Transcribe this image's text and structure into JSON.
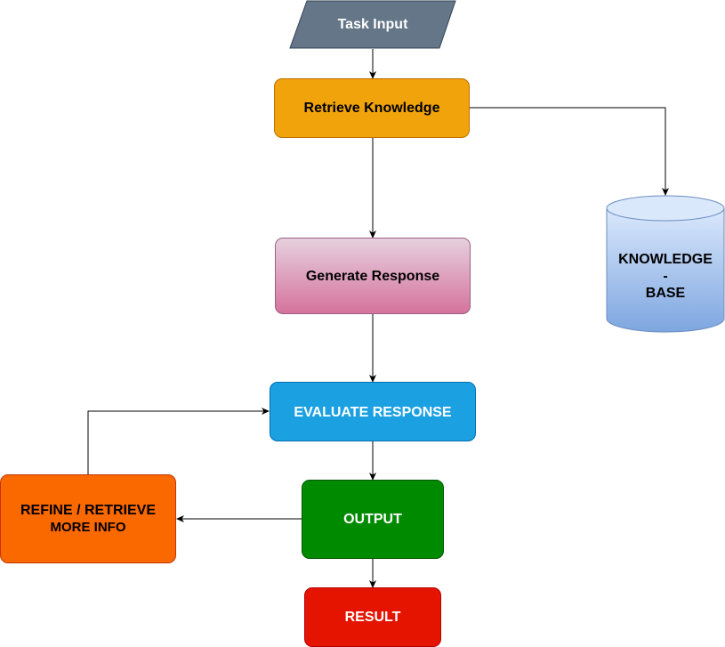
{
  "diagram": {
    "nodes": {
      "task_input": {
        "label": "Task Input",
        "shape": "parallelogram",
        "fill": "#647687",
        "text_color": "#ffffff"
      },
      "retrieve_knowledge": {
        "label": "Retrieve Knowledge",
        "shape": "rounded-rect",
        "fill": "#f0a30a",
        "text_color": "#000000"
      },
      "knowledge_base": {
        "line1": "KNOWLEDGE",
        "line2": "-",
        "line3": "BASE",
        "shape": "cylinder",
        "fill_top": "#dae8fc",
        "fill_bottom": "#7ea6e0",
        "text_color": "#000000"
      },
      "generate_response": {
        "label": "Generate Response",
        "shape": "rounded-rect",
        "fill_top": "#e6d0de",
        "fill_bottom": "#d5739d",
        "text_color": "#000000"
      },
      "evaluate_response": {
        "label": "EVALUATE RESPONSE",
        "shape": "rounded-rect",
        "fill": "#1ba1e2",
        "text_color": "#ffffff"
      },
      "output": {
        "label": "OUTPUT",
        "shape": "rounded-rect",
        "fill": "#008a00",
        "text_color": "#ffffff"
      },
      "refine": {
        "line1": "REFINE / RETRIEVE",
        "line2": "MORE INFO",
        "shape": "rounded-rect",
        "fill": "#fa6800",
        "text_color": "#000000"
      },
      "result": {
        "label": "RESULT",
        "shape": "rounded-rect",
        "fill": "#e51400",
        "text_color": "#ffffff"
      }
    },
    "edges": [
      {
        "from": "task_input",
        "to": "retrieve_knowledge"
      },
      {
        "from": "retrieve_knowledge",
        "to": "knowledge_base"
      },
      {
        "from": "retrieve_knowledge",
        "to": "generate_response"
      },
      {
        "from": "generate_response",
        "to": "evaluate_response"
      },
      {
        "from": "evaluate_response",
        "to": "output"
      },
      {
        "from": "output",
        "to": "refine"
      },
      {
        "from": "refine",
        "to": "evaluate_response"
      },
      {
        "from": "output",
        "to": "result"
      }
    ]
  }
}
